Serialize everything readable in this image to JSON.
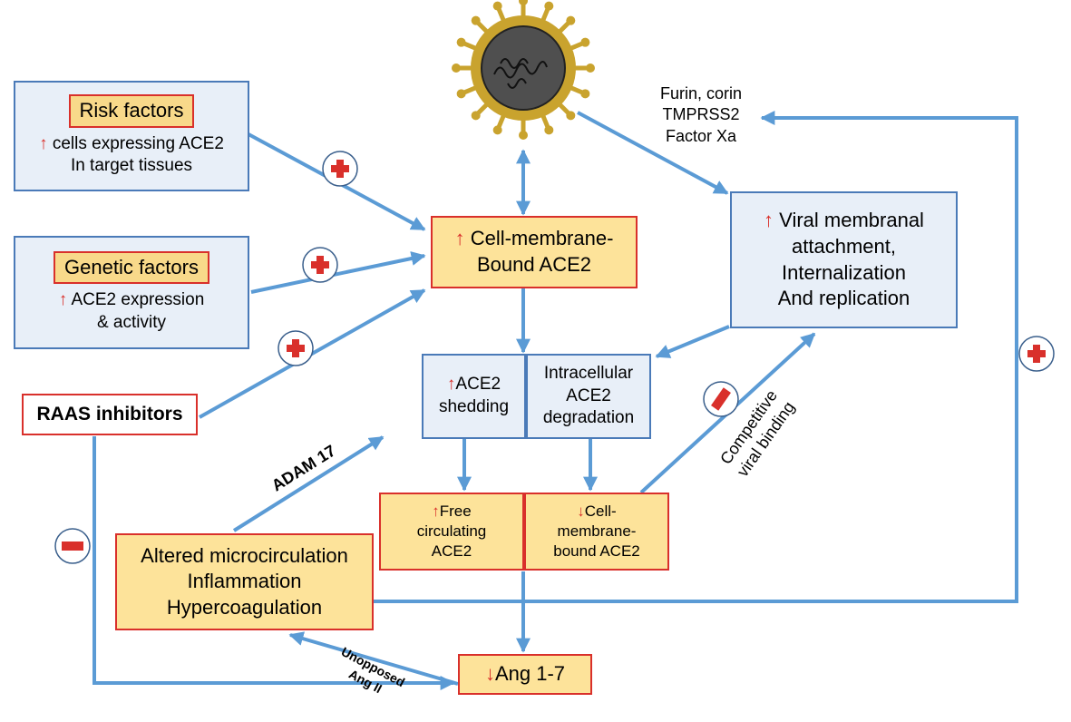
{
  "colors": {
    "arrow": "#5b9bd5",
    "blue_fill": "#e8eff8",
    "blue_border": "#4a7ab8",
    "yellow_fill": "#fde39a",
    "red": "#d9302b"
  },
  "risk": {
    "title": "Risk factors",
    "line1": "cells expressing ACE2",
    "line2": "In target tissues"
  },
  "genetic": {
    "title": "Genetic factors",
    "line1": "ACE2 expression",
    "line2": "& activity"
  },
  "raas": {
    "label": "RAAS inhibitors"
  },
  "membrane_ace2": {
    "line1": "Cell-membrane-",
    "line2": "Bound ACE2"
  },
  "viral": {
    "line1": "Viral membranal",
    "line2": "attachment,",
    "line3": "Internalization",
    "line4": "And replication"
  },
  "proteases": {
    "line1": "Furin, corin",
    "line2": "TMPRSS2",
    "line3": "Factor Xa"
  },
  "shedding": {
    "line1": "ACE2",
    "line2": "shedding"
  },
  "degradation": {
    "line1": "Intracellular",
    "line2": "ACE2",
    "line3": "degradation"
  },
  "free_ace2": {
    "line1": "Free",
    "line2": "circulating",
    "line3": "ACE2"
  },
  "cell_bound": {
    "line1": "Cell-",
    "line2": "membrane-",
    "line3": "bound ACE2"
  },
  "altered": {
    "line1": "Altered microcirculation",
    "line2": "Inflammation",
    "line3": "Hypercoagulation"
  },
  "ang": {
    "label": "Ang 1-7"
  },
  "adam": {
    "label": "ADAM 17"
  },
  "competitive": {
    "line1": "Competitive",
    "line2": "viral binding"
  },
  "unopposed": {
    "line1": "Unopposed",
    "line2": "Ang II"
  },
  "glyphs": {
    "up": "↑",
    "down": "↓"
  }
}
